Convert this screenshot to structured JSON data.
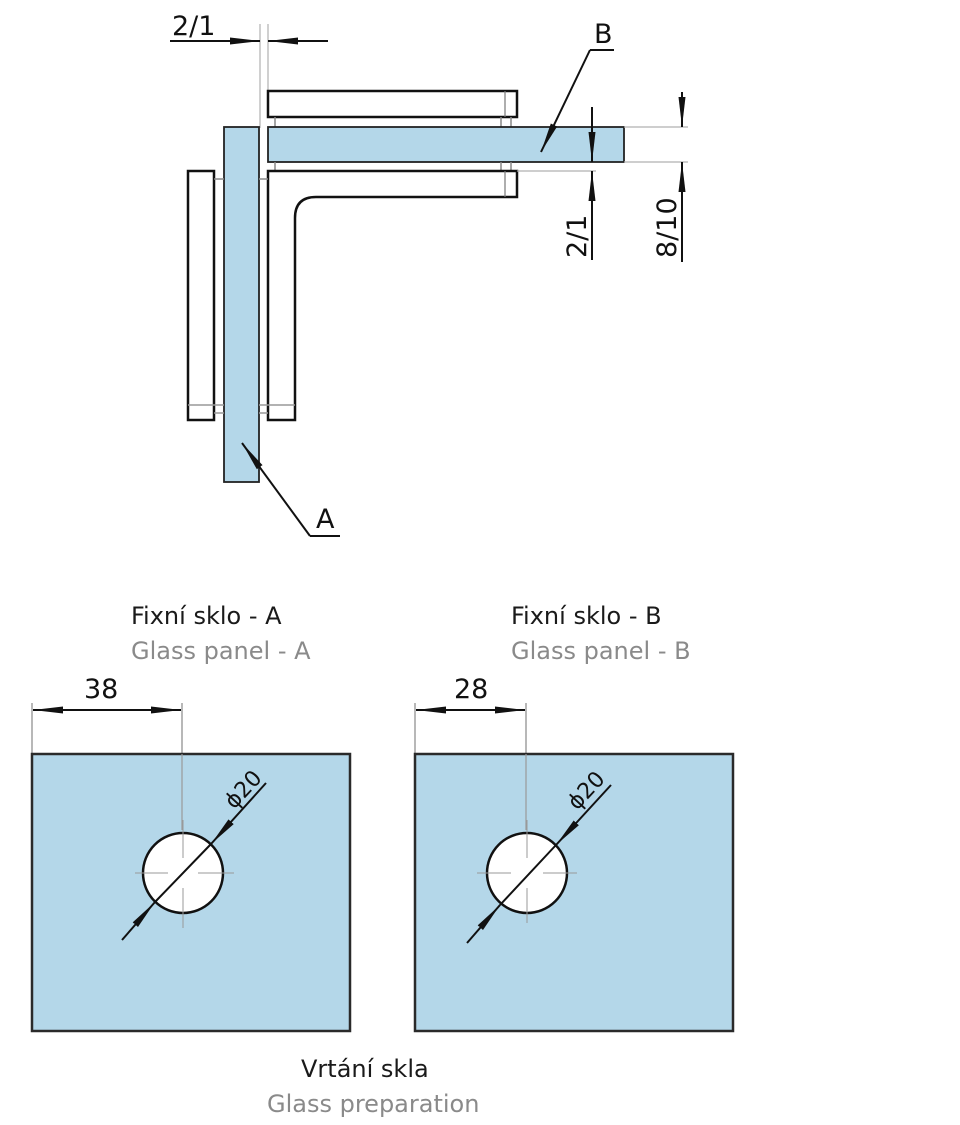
{
  "colors": {
    "glass": "#b4d7e9",
    "outline": "#111111",
    "helper_line": "#9a9a9a",
    "title_primary": "#1a1a1a",
    "title_secondary": "#8a8a8a"
  },
  "top_view": {
    "dim_gap_top": "2/1",
    "dim_gap_side": "2/1",
    "dim_glass_thickness": "8/10",
    "label_a": "A",
    "label_b": "B"
  },
  "panel_a": {
    "title_cz": "Fixní sklo - A",
    "title_en": "Glass panel - A",
    "offset_dim": "38",
    "hole_dim": "ϕ20"
  },
  "panel_b": {
    "title_cz": "Fixní sklo - B",
    "title_en": "Glass panel - B",
    "offset_dim": "28",
    "hole_dim": "ϕ20"
  },
  "footer": {
    "title_cz": "Vrtání skla",
    "title_en": "Glass preparation"
  }
}
